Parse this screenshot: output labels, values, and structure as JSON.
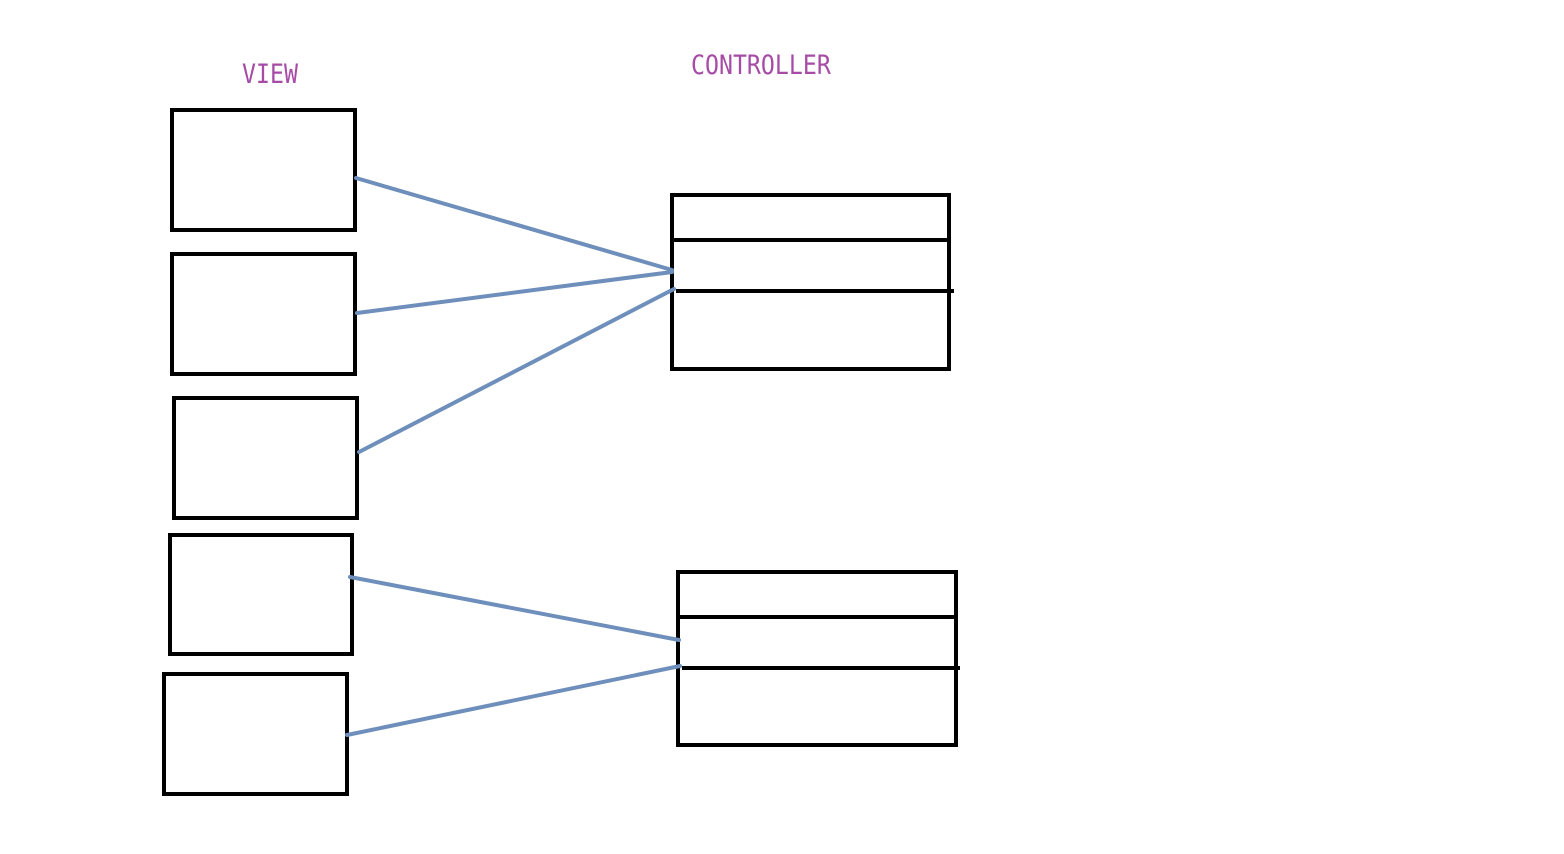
{
  "labels": {
    "view": "VIEW",
    "controller": "CONTROLLER"
  },
  "colors": {
    "label": "#a64ca6",
    "box_stroke": "#000000",
    "connector": "#6e8fbb",
    "background": "#ffffff"
  },
  "diagram": {
    "view_boxes": [
      "view-box-1",
      "view-box-2",
      "view-box-3",
      "view-box-4",
      "view-box-5"
    ],
    "controller_boxes": [
      {
        "id": "controller-box-1",
        "rows": 3
      },
      {
        "id": "controller-box-2",
        "rows": 3
      }
    ],
    "connections": [
      {
        "from": "view-box-1",
        "to": "controller-box-1"
      },
      {
        "from": "view-box-2",
        "to": "controller-box-1"
      },
      {
        "from": "view-box-3",
        "to": "controller-box-1"
      },
      {
        "from": "view-box-4",
        "to": "controller-box-2"
      },
      {
        "from": "view-box-5",
        "to": "controller-box-2"
      }
    ]
  }
}
